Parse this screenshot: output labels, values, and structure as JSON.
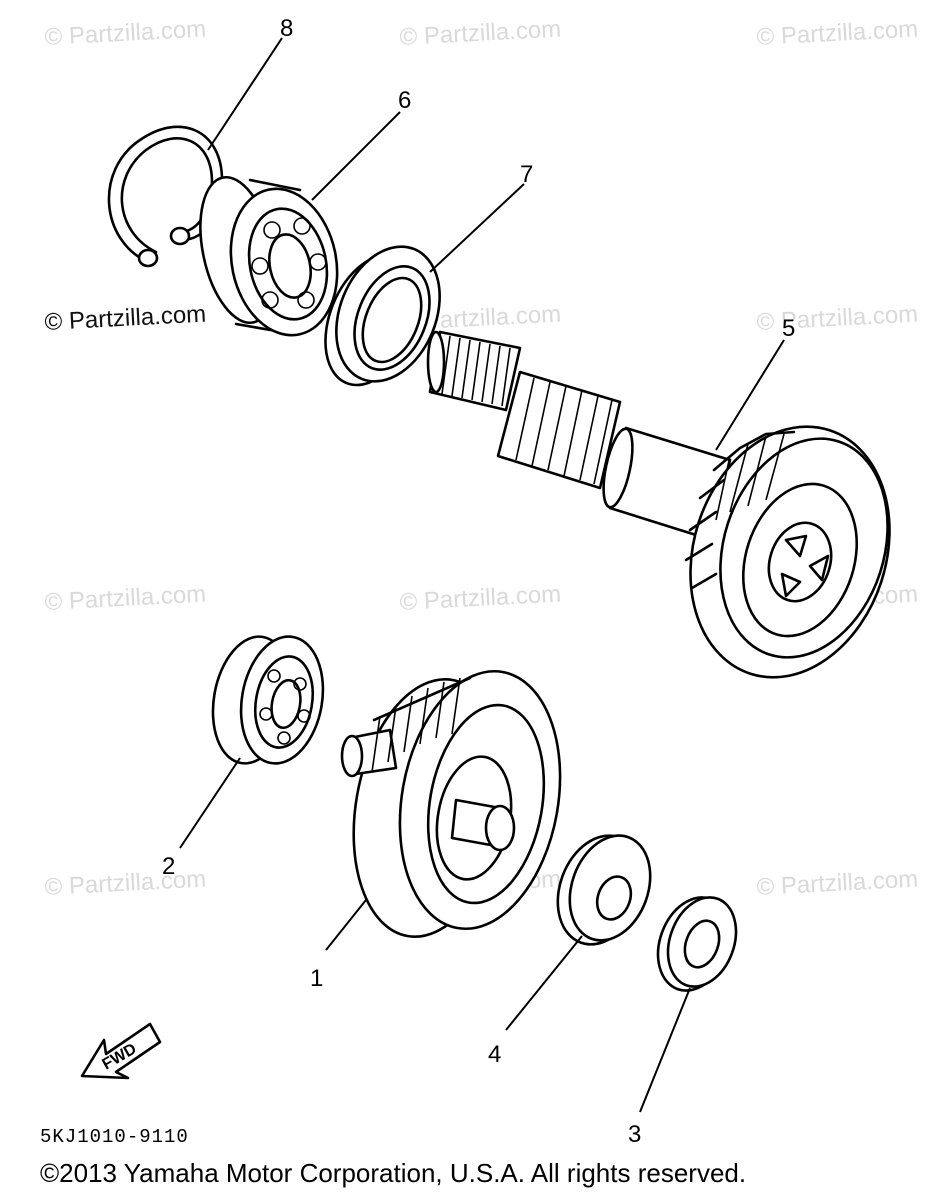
{
  "watermark": "© Partzilla.com",
  "callouts": {
    "c1": "1",
    "c2": "2",
    "c3": "3",
    "c4": "4",
    "c5": "5",
    "c6": "6",
    "c7": "7",
    "c8": "8"
  },
  "fwd_label": "FWD",
  "diagram_code": "5KJ1010-9110",
  "copyright": "©2013 Yamaha Motor Corporation, U.S.A. All rights reserved."
}
